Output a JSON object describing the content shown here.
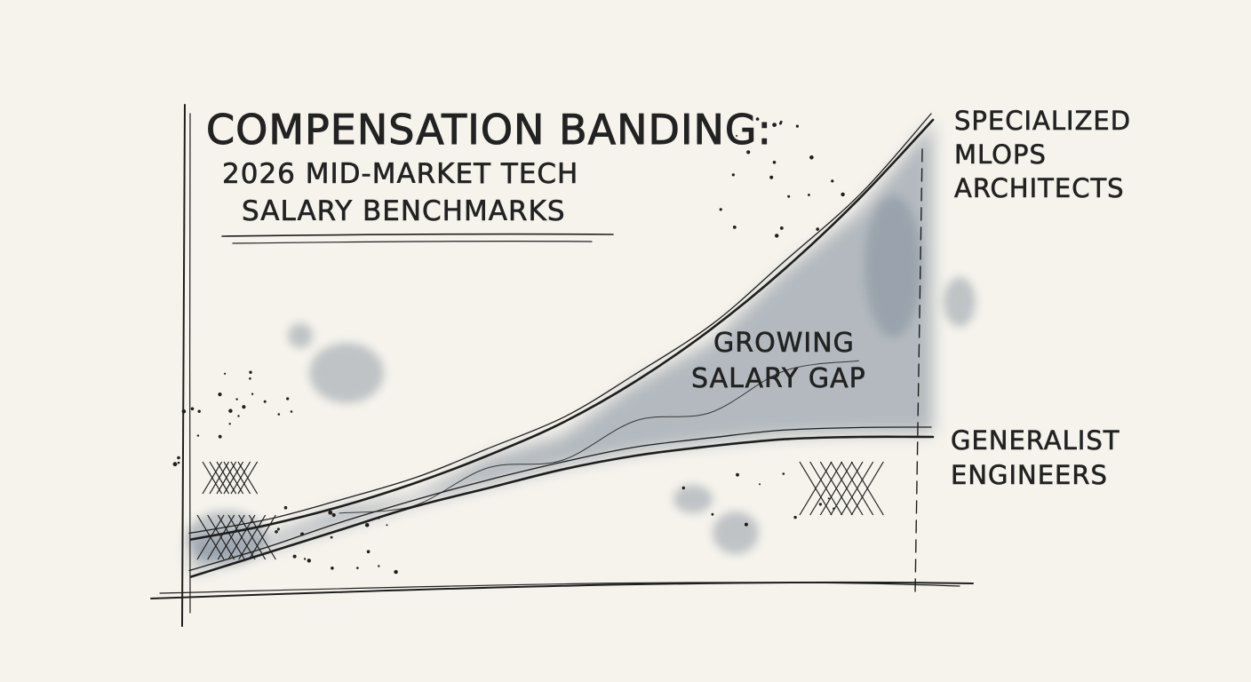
{
  "chart_data": {
    "type": "area",
    "title": "COMPENSATION BANDING:",
    "subtitle": "2026 MID-MARKET TECH SALARY BENCHMARKS",
    "subtitle_lines": [
      "2026 MID-MARKET TECH",
      "SALARY BENCHMARKS"
    ],
    "xlabel": "",
    "ylabel": "",
    "grid": false,
    "legend": "none",
    "x": [
      0,
      1,
      2,
      3,
      4,
      5,
      6,
      7,
      8,
      9,
      10
    ],
    "series": [
      {
        "name": "SPECIALIZED MLOPS ARCHITECTS",
        "label_lines": [
          "SPECIALIZED",
          "MLOPS",
          "ARCHITECTS"
        ],
        "values": [
          10,
          13,
          17,
          22,
          28,
          35,
          44,
          55,
          68,
          83,
          100
        ]
      },
      {
        "name": "GENERALIST ENGINEERS",
        "label_lines": [
          "GENERALIST",
          "ENGINEERS"
        ],
        "values": [
          2,
          7,
          12,
          17,
          21,
          25,
          28,
          30,
          31.5,
          32,
          32
        ]
      }
    ],
    "annotation": {
      "lines": [
        "GROWING",
        "SALARY GAP"
      ]
    },
    "colors": {
      "ink": "#1e1e1e",
      "wash": "#7d8a9a",
      "paper": "#f6f3ec"
    }
  }
}
